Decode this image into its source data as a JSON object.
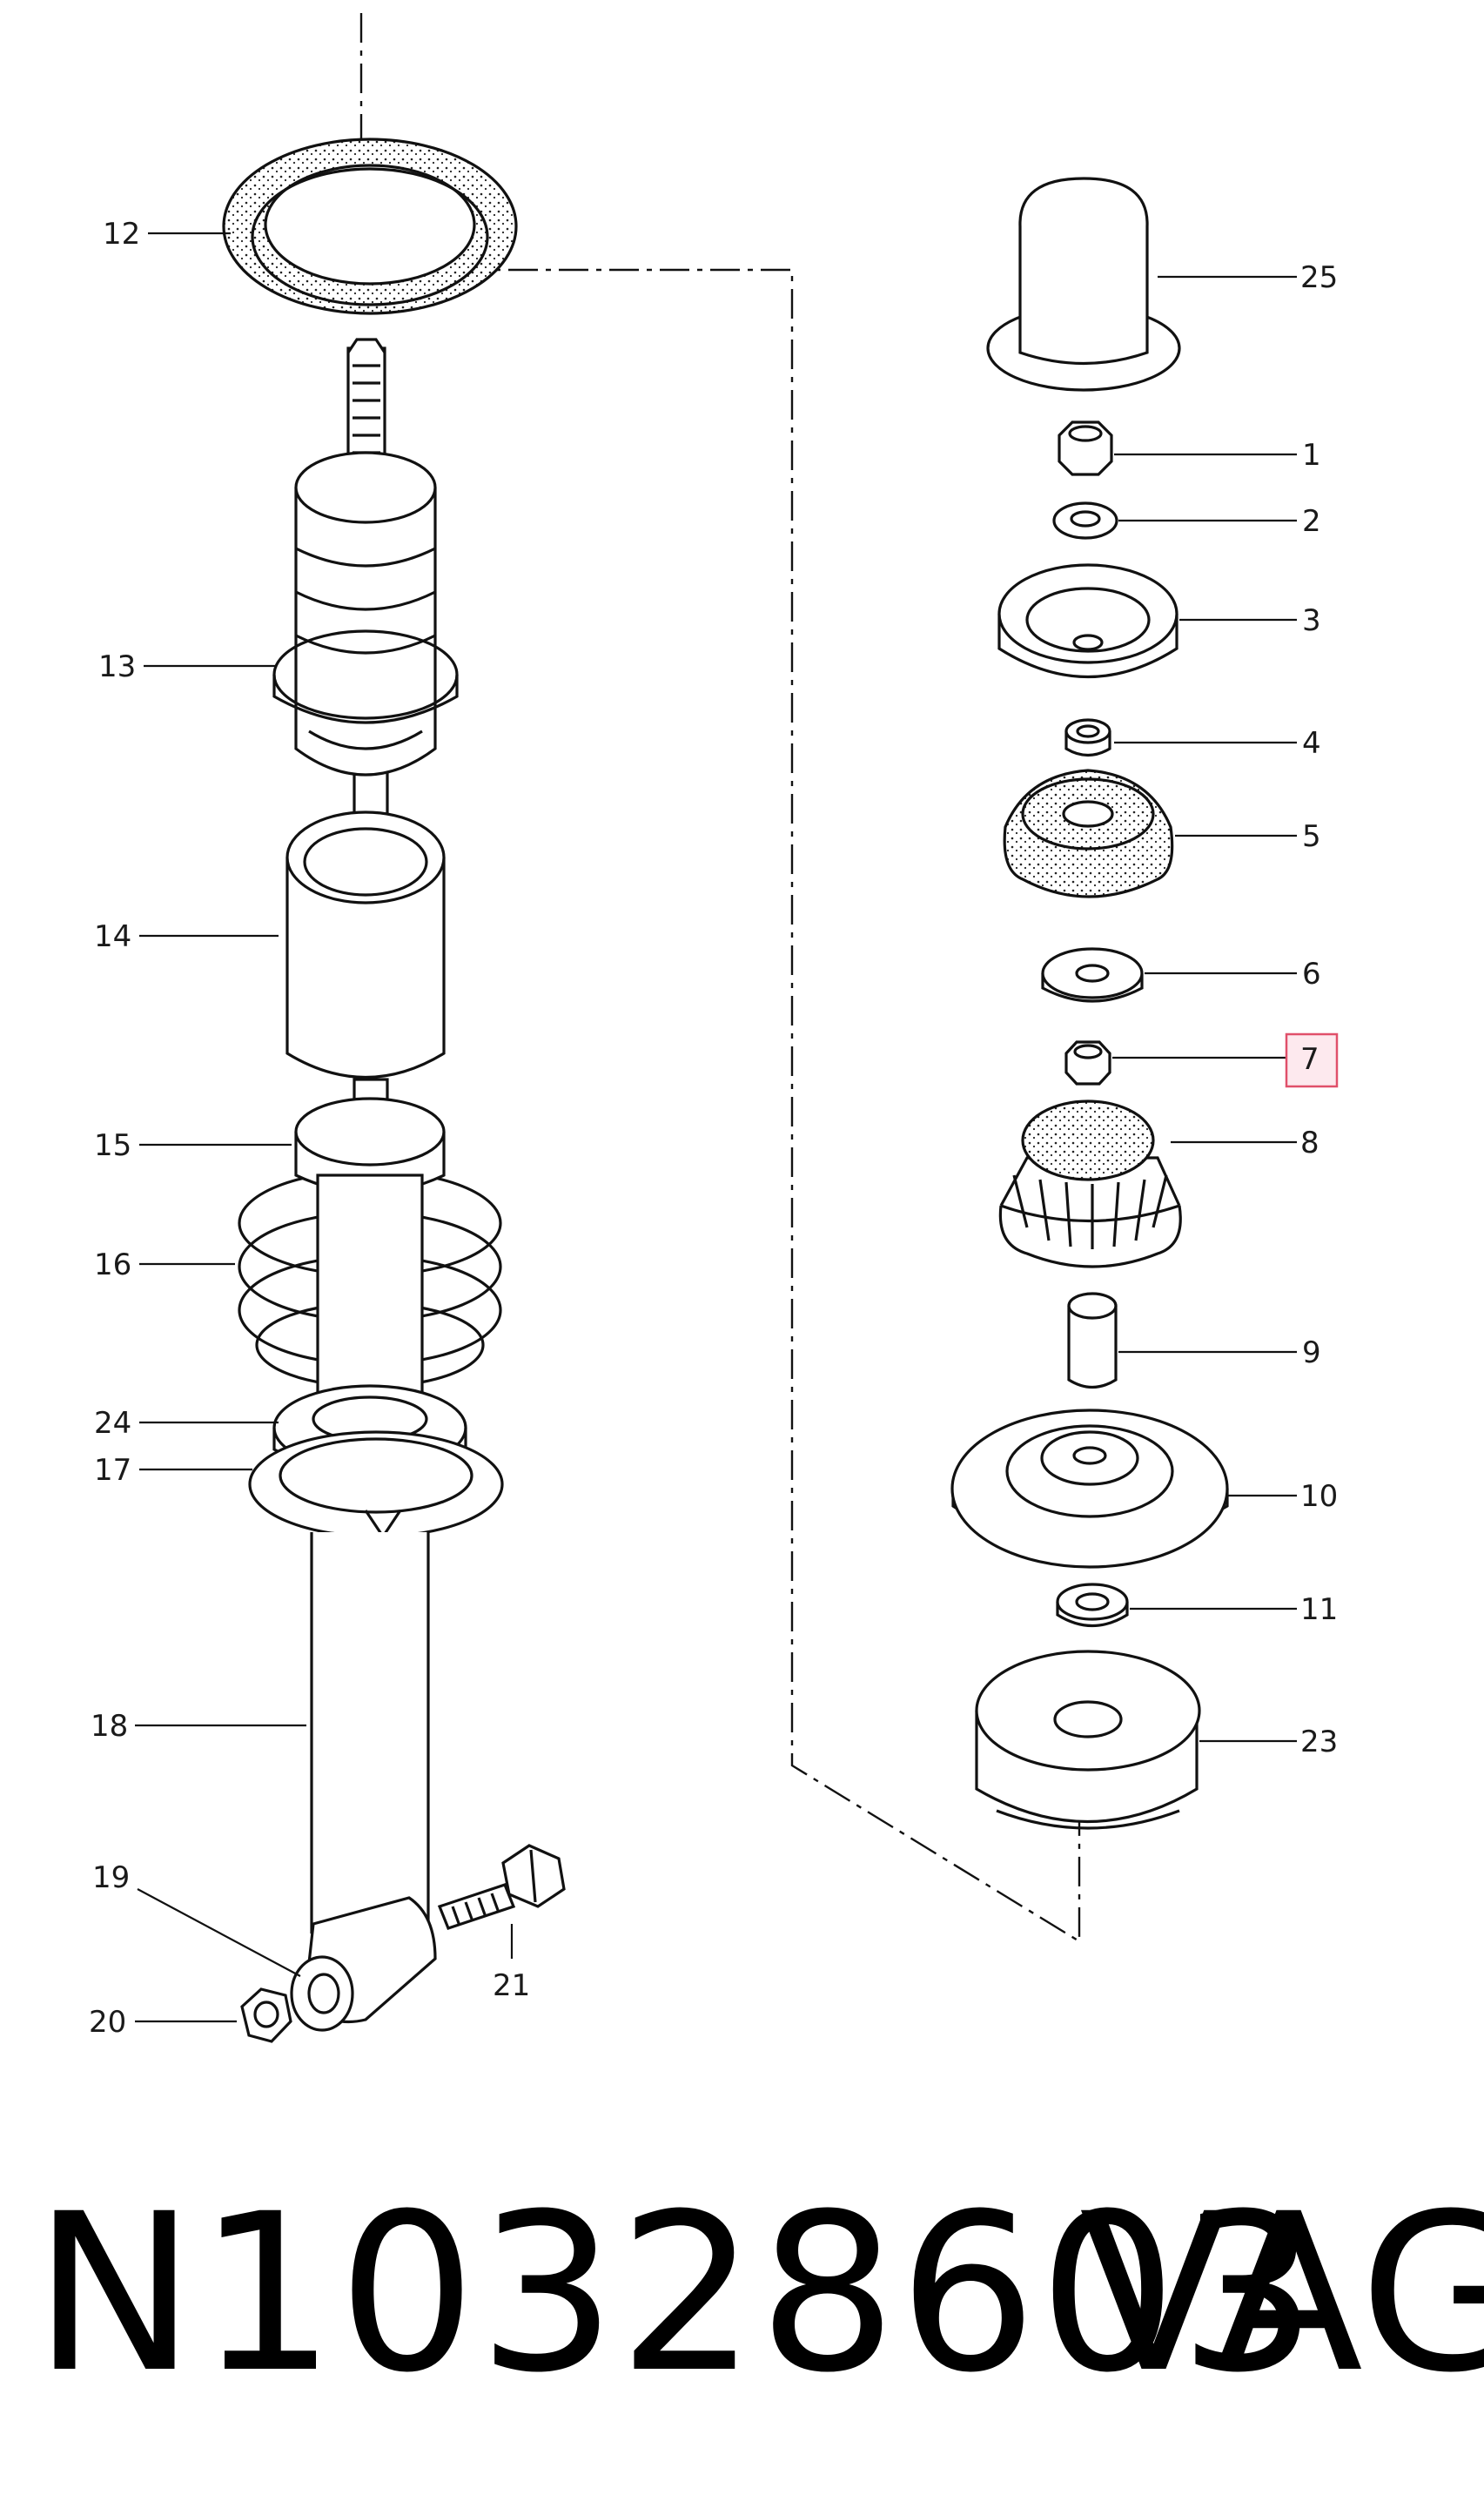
{
  "callouts": {
    "c1": "1",
    "c2": "2",
    "c3": "3",
    "c4": "4",
    "c5": "5",
    "c6": "6",
    "c7": "7",
    "c8": "8",
    "c9": "9",
    "c10": "10",
    "c11": "11",
    "c12": "12",
    "c13": "13",
    "c14": "14",
    "c15": "15",
    "c16": "16",
    "c17": "17",
    "c18": "18",
    "c19": "19",
    "c20": "20",
    "c21": "21",
    "c23": "23",
    "c24": "24",
    "c25": "25"
  },
  "highlight": {
    "callout": "7",
    "color": "#e0506a"
  },
  "footer": {
    "part_number": "N10328603",
    "manufacturer": "VAG"
  }
}
